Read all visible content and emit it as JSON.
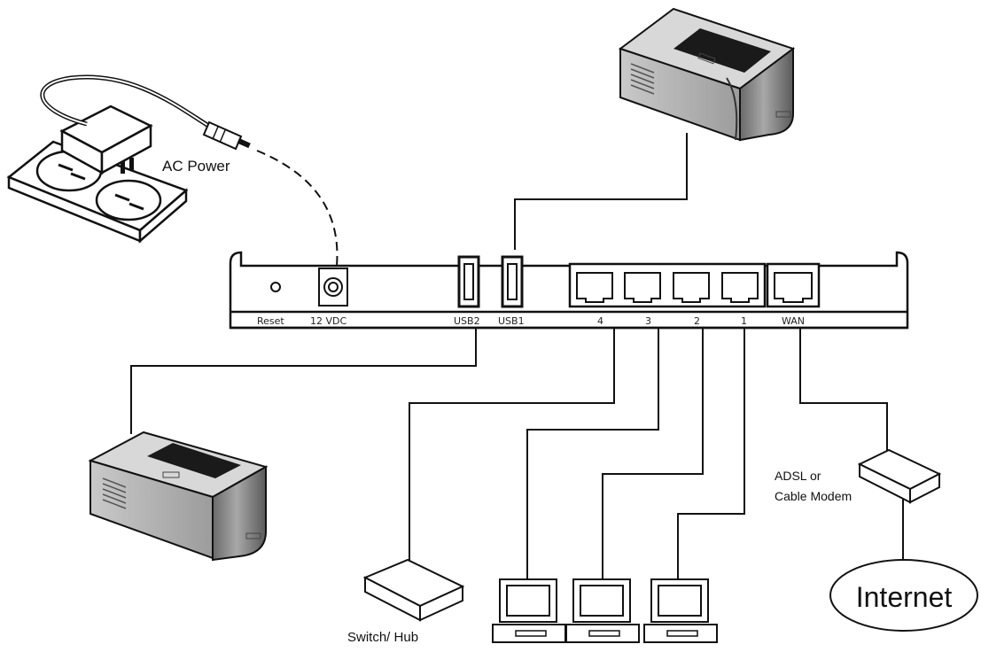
{
  "labels": {
    "ac_power": "AC Power",
    "modem": [
      "ADSL or",
      "Cable Modem"
    ],
    "switch_hub": "Switch/ Hub",
    "internet": "Internet"
  },
  "router": {
    "ports": {
      "reset": "Reset",
      "power": "12 VDC",
      "usb2": "USB2",
      "usb1": "USB1",
      "lan4": "4",
      "lan3": "3",
      "lan2": "2",
      "lan1": "1",
      "wan": "WAN"
    }
  },
  "colors": {
    "line": "#111111",
    "device_gray": "#9a9a9a",
    "device_dark": "#555555",
    "device_top": "#1a1a1a"
  }
}
